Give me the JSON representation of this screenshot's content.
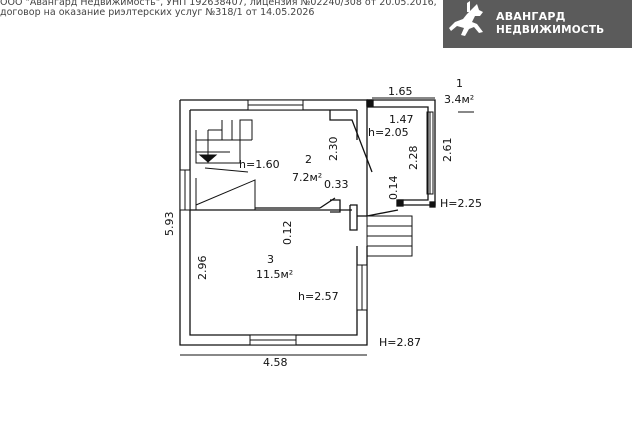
{
  "header": {
    "line1": "ООО \"Авангард Недвижимость\", УНП 192638407, лицензия №02240/308 от 20.05.2016,",
    "line2": "договор на оказание риэлтерских услуг №318/1 от 14.05.2026"
  },
  "logo": {
    "line1": "АВАНГАРД",
    "line2": "НЕДВИЖИМОСТЬ",
    "icon": "horse-rider-icon",
    "background": "#5b5b5b"
  },
  "plan": {
    "dims": {
      "top_porch": "1.65",
      "left_total": "5.93",
      "bottom_total": "4.58",
      "room2_height_dim": "2.30",
      "porch_width": "1.47",
      "porch_inner": "2.28",
      "porch_outer": "2.61",
      "wall_033": "0.33",
      "wall_014": "0.14",
      "wall_012": "0.12",
      "room3_left": "2.96"
    },
    "heights": {
      "porch": "h=2.05",
      "stairs": "h=1.60",
      "room3": "h=2.57",
      "H_porch": "H=2.25",
      "H_total": "H=2.87"
    },
    "rooms": [
      {
        "number": "1",
        "area": "3.4м²"
      },
      {
        "number": "2",
        "area": "7.2м²"
      },
      {
        "number": "3",
        "area": "11.5м²"
      }
    ]
  }
}
